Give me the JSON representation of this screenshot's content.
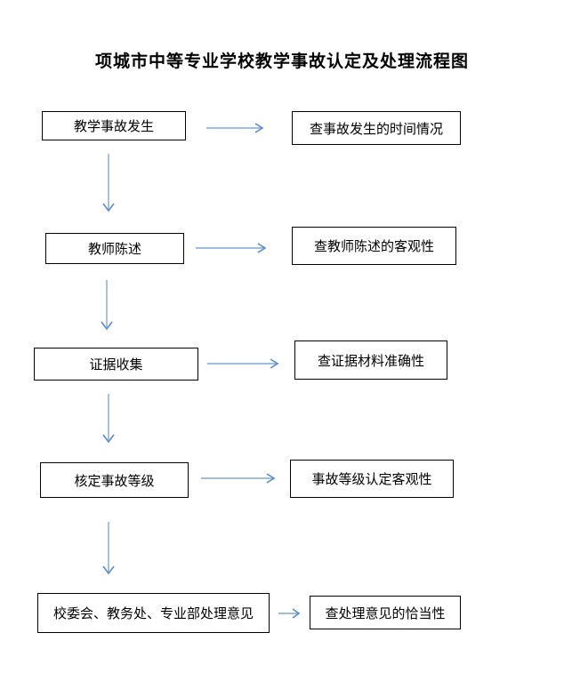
{
  "title": "项城市中等专业学校教学事故认定及处理流程图",
  "flowchart": {
    "steps": [
      {
        "label": "教学事故发生",
        "check": "查事故发生的时间情况"
      },
      {
        "label": "教师陈述",
        "check": "查教师陈述的客观性"
      },
      {
        "label": "证据收集",
        "check": "查证据材料准确性"
      },
      {
        "label": "核定事故等级",
        "check": "事故等级认定客观性"
      },
      {
        "label": "校委会、教务处、专业部处理意见",
        "check": "查处理意见的恰当性"
      }
    ]
  },
  "colors": {
    "arrow_line": "#7FA8DC",
    "arrow_head": "#5B8BC9",
    "box_border": "#000000",
    "text": "#000000",
    "background": "#ffffff"
  }
}
